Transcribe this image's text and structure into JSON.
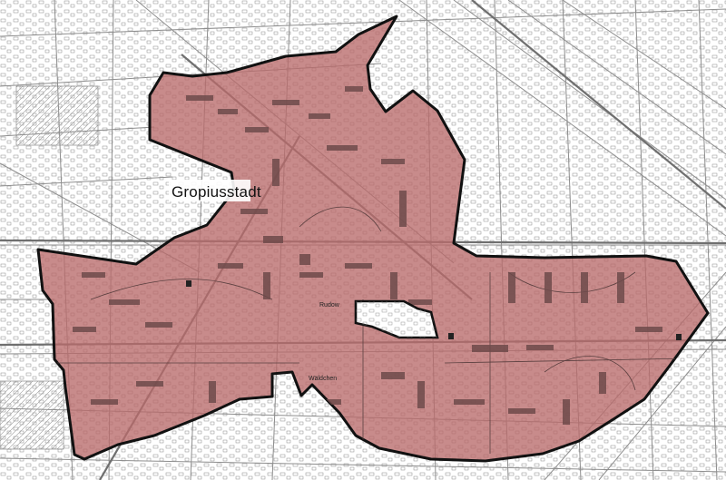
{
  "map": {
    "district_label": "Gropiusstadt",
    "place_labels": {
      "rudow": "Rudow",
      "waeldchen": "Wäldchen"
    },
    "colors": {
      "area_fill": "#b86a6a",
      "area_outline": "#111111",
      "street_line": "#8e8e8e",
      "building": "#6e4a4a",
      "background": "#ffffff"
    }
  }
}
